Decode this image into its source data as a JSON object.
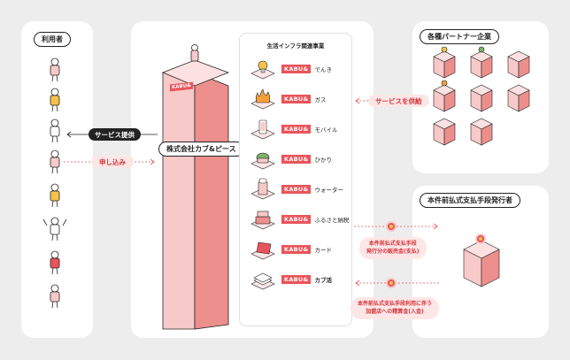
{
  "users": {
    "title": "利用者"
  },
  "center": {
    "company": "株式会社カブ&ピース",
    "tower_logo": "KABU&",
    "infra_title": "生活インフラ関連事業",
    "brand": "KABU&",
    "services": [
      {
        "label": "でんき",
        "icon": "lightbulb-icon"
      },
      {
        "label": "ガス",
        "icon": "flame-icon"
      },
      {
        "label": "モバイル",
        "icon": "smartphone-icon"
      },
      {
        "label": "ひかり",
        "icon": "router-icon"
      },
      {
        "label": "ウォーター",
        "icon": "water-server-icon"
      },
      {
        "label": "ふるさと納税",
        "icon": "gift-boxes-icon"
      },
      {
        "label": "カード",
        "icon": "credit-card-icon"
      },
      {
        "label": "カブ活",
        "icon": "stock-book-icon"
      }
    ]
  },
  "flows": {
    "service_provide": "サービス提供",
    "apply": "申し込み",
    "partner_supply": "サービスを供給",
    "issuer_sales": [
      "本件前払式支払手段",
      "発行分の販売金(支払)"
    ],
    "issuer_settlement": [
      "本件前払式支払手段利用に伴う",
      "加盟店への精算金(入金)"
    ]
  },
  "partners": {
    "title": "各種パートナー企業"
  },
  "issuer": {
    "title": "本件前払式支払手段発行者"
  },
  "colors": {
    "accent": "#e8545a",
    "tower_front": "#f8c9c9",
    "tower_side": "#ec8f8c",
    "dark": "#222222",
    "note_bg": "#fde6e6"
  }
}
